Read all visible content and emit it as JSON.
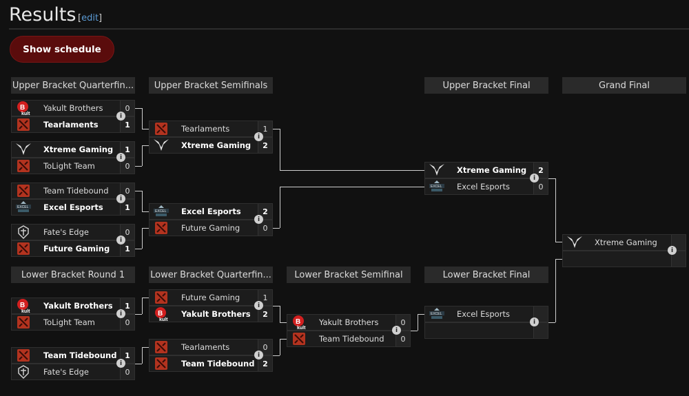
{
  "page": {
    "title": "Results",
    "edit_open": "[",
    "edit_label": "edit",
    "edit_close": "]"
  },
  "schedule_button": "Show schedule",
  "rounds": {
    "ubqf": "Upper Bracket Quarterfin...",
    "ubsf": "Upper Bracket Semifinals",
    "ubf": "Upper Bracket Final",
    "gf": "Grand Final",
    "lbr1": "Lower Bracket Round 1",
    "lbqf": "Lower Bracket Quarterfin...",
    "lbsf": "Lower Bracket Semifinal",
    "lbf": "Lower Bracket Final"
  },
  "info_icon": "i",
  "matches": {
    "ubqf1": {
      "t1": "Yakult Brothers",
      "s1": "0",
      "t2": "Tearlaments",
      "s2": "1"
    },
    "ubqf2": {
      "t1": "Xtreme Gaming",
      "s1": "1",
      "t2": "ToLight Team",
      "s2": "0"
    },
    "ubqf3": {
      "t1": "Team Tidebound",
      "s1": "0",
      "t2": "Excel Esports",
      "s2": "1"
    },
    "ubqf4": {
      "t1": "Fate's Edge",
      "s1": "0",
      "t2": "Future Gaming",
      "s2": "1"
    },
    "ubsf1": {
      "t1": "Tearlaments",
      "s1": "1",
      "t2": "Xtreme Gaming",
      "s2": "2"
    },
    "ubsf2": {
      "t1": "Excel Esports",
      "s1": "2",
      "t2": "Future Gaming",
      "s2": "0"
    },
    "ubf": {
      "t1": "Xtreme Gaming",
      "s1": "2",
      "t2": "Excel Esports",
      "s2": "0"
    },
    "gf": {
      "t1": "Xtreme Gaming",
      "s1": "",
      "t2": "",
      "s2": ""
    },
    "lbr1a": {
      "t1": "Yakult Brothers",
      "s1": "1",
      "t2": "ToLight Team",
      "s2": "0"
    },
    "lbr1b": {
      "t1": "Team Tidebound",
      "s1": "1",
      "t2": "Fate's Edge",
      "s2": "0"
    },
    "lbqf1": {
      "t1": "Future Gaming",
      "s1": "1",
      "t2": "Yakult Brothers",
      "s2": "2"
    },
    "lbqf2": {
      "t1": "Tearlaments",
      "s1": "0",
      "t2": "Team Tidebound",
      "s2": "2"
    },
    "lbsf": {
      "t1": "Yakult Brothers",
      "s1": "0",
      "t2": "Team Tidebound",
      "s2": "0"
    },
    "lbf": {
      "t1": "Excel Esports",
      "s1": "",
      "t2": "",
      "s2": ""
    }
  },
  "colors": {
    "accent": "#5a0c0c",
    "background": "#111111",
    "header": "#2a2a2a",
    "link": "#5b9bd5"
  }
}
